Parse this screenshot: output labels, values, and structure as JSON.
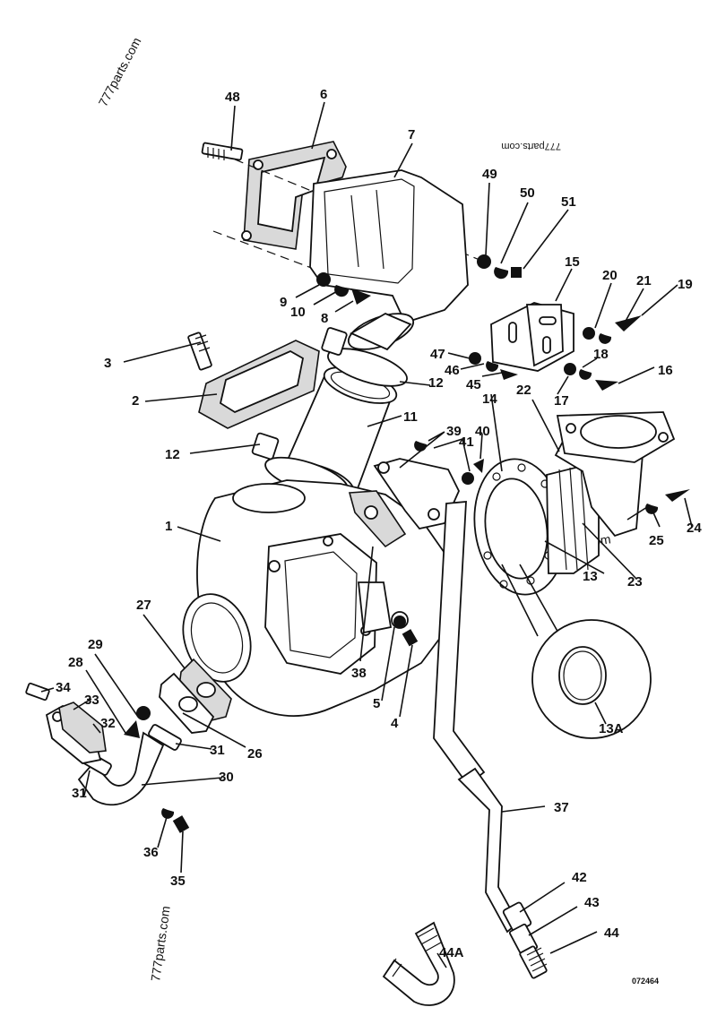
{
  "watermarks": [
    "777parts.com",
    "777parts.com",
    "777parts.com",
    "777parts.com"
  ],
  "drawing_ref": "072464",
  "callouts": {
    "c1": "1",
    "c2": "2",
    "c3": "3",
    "c4": "4",
    "c5": "5",
    "c6": "6",
    "c7": "7",
    "c8": "8",
    "c9": "9",
    "c10": "10",
    "c11": "11",
    "c12a": "12",
    "c12b": "12",
    "c13": "13",
    "c13A": "13A",
    "c14": "14",
    "c15": "15",
    "c16": "16",
    "c17": "17",
    "c18": "18",
    "c19": "19",
    "c20": "20",
    "c21": "21",
    "c22": "22",
    "c23": "23",
    "c24": "24",
    "c25": "25",
    "c26": "26",
    "c27": "27",
    "c28": "28",
    "c29": "29",
    "c30": "30",
    "c31a": "31",
    "c31b": "31",
    "c32": "32",
    "c33": "33",
    "c34": "34",
    "c35": "35",
    "c36": "36",
    "c37": "37",
    "c38": "38",
    "c39": "39",
    "c40": "40",
    "c41": "41",
    "c42": "42",
    "c43": "43",
    "c44": "44",
    "c44A": "44A",
    "c45": "45",
    "c46": "46",
    "c47": "47",
    "c48": "48",
    "c49": "49",
    "c50": "50",
    "c51": "51"
  }
}
